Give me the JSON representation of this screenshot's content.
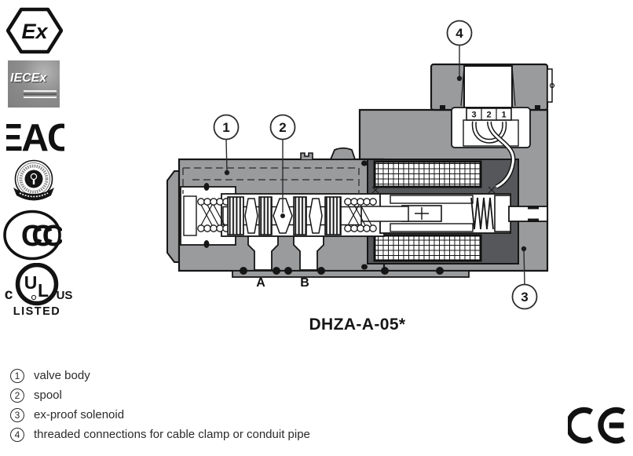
{
  "certifications": {
    "atex": {
      "label": "Ex"
    },
    "iecex": {
      "label": "IECEx"
    },
    "eac": {
      "label": "EAC"
    },
    "ccc": {
      "label": "CCC"
    },
    "ul": {
      "left": "c",
      "center_top": "U",
      "center_bottom": "L",
      "right": "US",
      "below": "LISTED"
    }
  },
  "diagram": {
    "model": "DHZA-A-05*",
    "ports": {
      "a": "A",
      "b": "B"
    },
    "terminals": [
      "3",
      "2",
      "1"
    ],
    "callouts": [
      {
        "number": "1"
      },
      {
        "number": "2"
      },
      {
        "number": "3"
      },
      {
        "number": "4"
      }
    ]
  },
  "legend": {
    "items": [
      {
        "number": "1",
        "text": "valve body"
      },
      {
        "number": "2",
        "text": "spool"
      },
      {
        "number": "3",
        "text": "ex-proof solenoid"
      },
      {
        "number": "4",
        "text": "threaded connections for cable clamp or conduit pipe"
      }
    ]
  },
  "ce_mark": "CE",
  "colors": {
    "body_gray": "#9a9b9d",
    "housing_dark": "#56575a",
    "outline": "#161616"
  }
}
